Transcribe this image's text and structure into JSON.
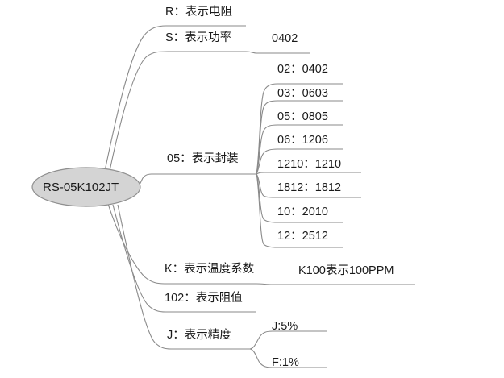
{
  "diagram": {
    "type": "mind-map",
    "title_node": "RS-05K102JT",
    "root": {
      "label": "RS-05K102JT",
      "shape": "ellipse",
      "fill_color": "#d4d4d4",
      "border_color": "#8f8f8f"
    },
    "edge_color": "#8a8a8a",
    "text_color": "#1a1a1a",
    "background_color": "#ffffff",
    "branches": [
      {
        "id": "r",
        "label": "R：表示电阻",
        "children": []
      },
      {
        "id": "s",
        "label": "S：表示功率",
        "children": [
          {
            "id": "s-0402",
            "label": "0402"
          }
        ]
      },
      {
        "id": "package",
        "label": "05：表示封装",
        "children": [
          {
            "id": "pkg-02",
            "label": "02：0402"
          },
          {
            "id": "pkg-03",
            "label": "03：0603"
          },
          {
            "id": "pkg-05",
            "label": "05：0805"
          },
          {
            "id": "pkg-06",
            "label": "06：1206"
          },
          {
            "id": "pkg-1210",
            "label": "1210：1210"
          },
          {
            "id": "pkg-1812",
            "label": "1812：1812"
          },
          {
            "id": "pkg-10",
            "label": "10：2010"
          },
          {
            "id": "pkg-12",
            "label": "12：2512"
          }
        ]
      },
      {
        "id": "k",
        "label": "K：表示温度系数",
        "children": [
          {
            "id": "k-100",
            "label": "K100表示100PPM"
          }
        ]
      },
      {
        "id": "value",
        "label": "102：表示阻值",
        "children": []
      },
      {
        "id": "j",
        "label": "J：表示精度",
        "children": [
          {
            "id": "j-5",
            "label": "J:5%"
          },
          {
            "id": "j-f1",
            "label": "F:1%"
          }
        ]
      }
    ]
  }
}
